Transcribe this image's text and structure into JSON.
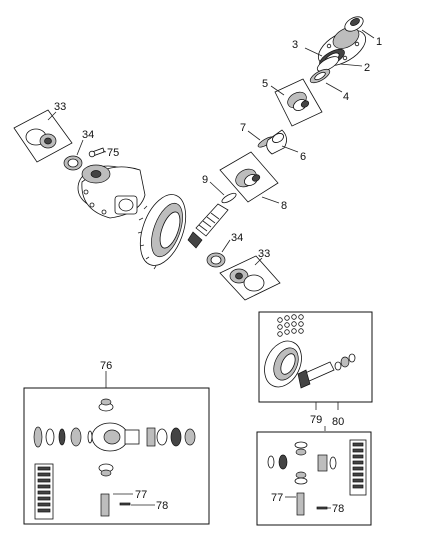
{
  "diagram": {
    "callouts": {
      "c1": "1",
      "c2": "2",
      "c3": "3",
      "c4": "4",
      "c5": "5",
      "c6": "6",
      "c7": "7",
      "c8": "8",
      "c9": "9",
      "c33a": "33",
      "c34a": "34",
      "c75": "75",
      "c34b": "34",
      "c33b": "33",
      "c76": "76",
      "c77a": "77",
      "c78a": "78",
      "c79": "79",
      "c80": "80",
      "c77b": "77",
      "c78b": "78"
    }
  }
}
